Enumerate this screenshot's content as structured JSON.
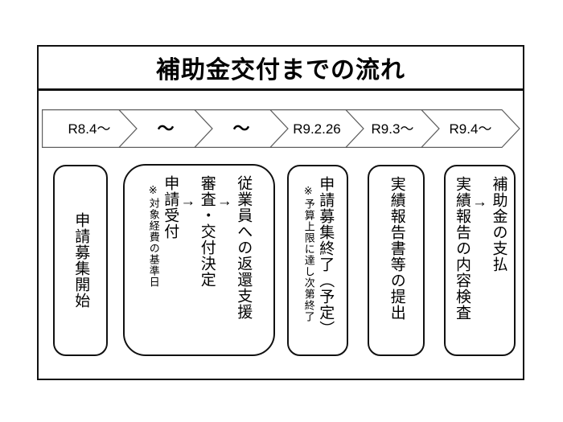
{
  "title": "補助金交付までの流れ",
  "timeline": [
    {
      "label": "R8.4～"
    },
    {
      "label": "～"
    },
    {
      "label": "～"
    },
    {
      "label": "R9.2.26"
    },
    {
      "label": "R9.3～"
    },
    {
      "label": "R9.4～"
    }
  ],
  "steps": {
    "application_open": {
      "label": "申請募集開始"
    },
    "application_process": {
      "stage1": "申請受付",
      "stage1_note": "※対象経費の基準日",
      "arrow1": "→",
      "stage2": "審査・交付決定",
      "arrow2": "→",
      "stage3": "従業員への返還支援"
    },
    "application_close": {
      "label": "申請募集終了（予定）",
      "note": "※予算上限に達し次第終了"
    },
    "report_submission": {
      "label": "実績報告書等の提出"
    },
    "payment": {
      "stage1": "実績報告の内容検査",
      "arrow": "→",
      "stage2": "補助金の支払"
    }
  }
}
